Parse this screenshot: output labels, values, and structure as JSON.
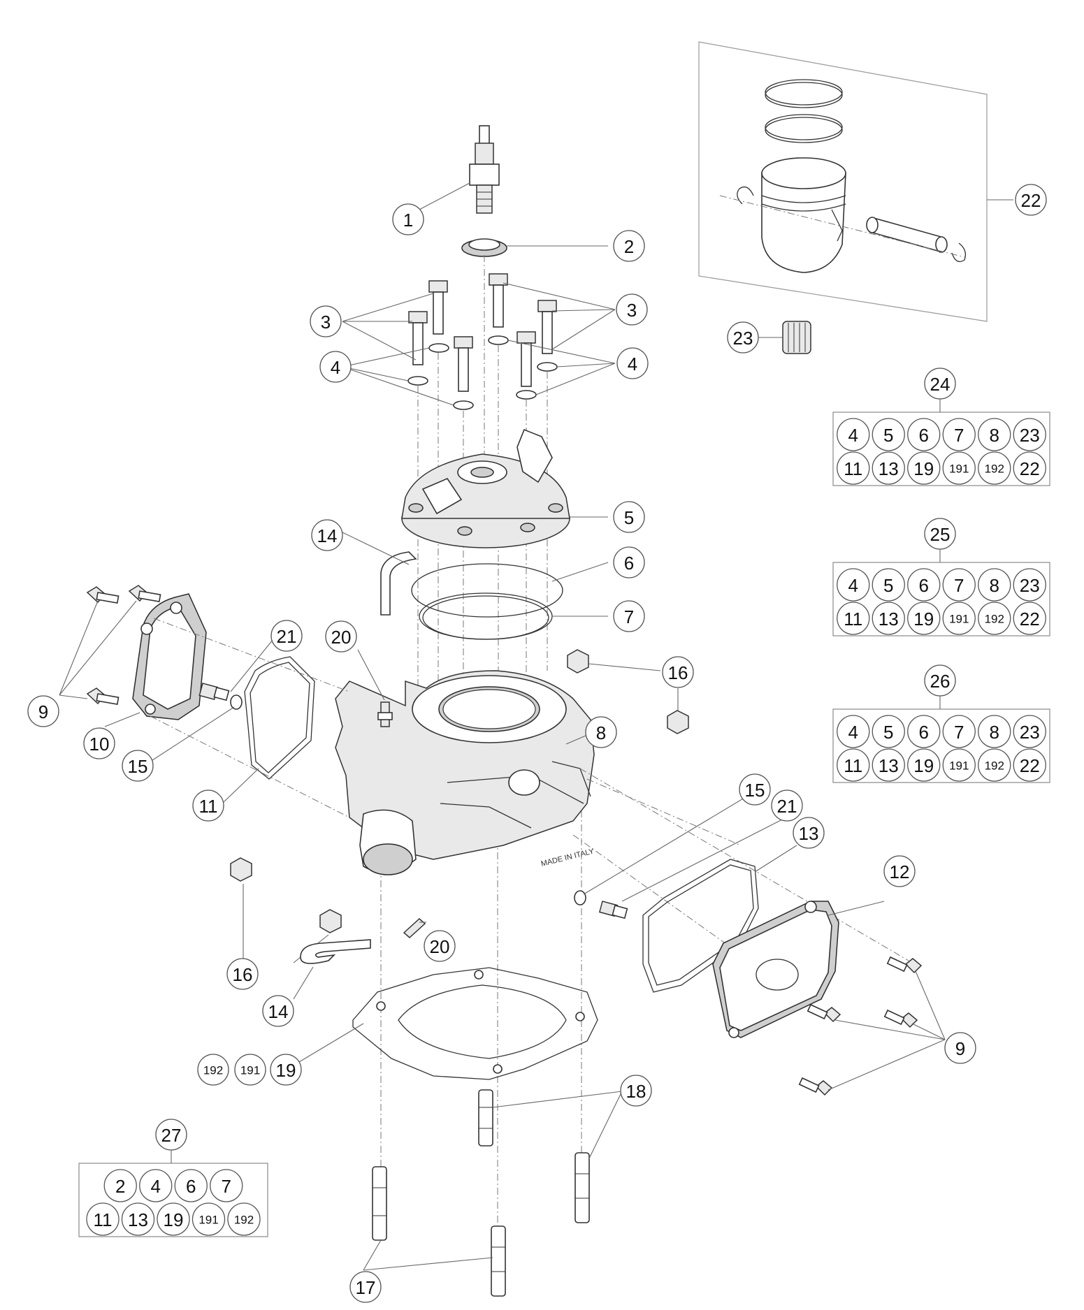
{
  "callouts": [
    {
      "id": "c1",
      "label": "1"
    },
    {
      "id": "c2",
      "label": "2"
    },
    {
      "id": "c3a",
      "label": "3"
    },
    {
      "id": "c3b",
      "label": "3"
    },
    {
      "id": "c4a",
      "label": "4"
    },
    {
      "id": "c4b",
      "label": "4"
    },
    {
      "id": "c5",
      "label": "5"
    },
    {
      "id": "c6",
      "label": "6"
    },
    {
      "id": "c7",
      "label": "7"
    },
    {
      "id": "c8",
      "label": "8"
    },
    {
      "id": "c9a",
      "label": "9"
    },
    {
      "id": "c9b",
      "label": "9"
    },
    {
      "id": "c10",
      "label": "10"
    },
    {
      "id": "c11",
      "label": "11"
    },
    {
      "id": "c12",
      "label": "12"
    },
    {
      "id": "c13",
      "label": "13"
    },
    {
      "id": "c14a",
      "label": "14"
    },
    {
      "id": "c14b",
      "label": "14"
    },
    {
      "id": "c15a",
      "label": "15"
    },
    {
      "id": "c15b",
      "label": "15"
    },
    {
      "id": "c16a",
      "label": "16"
    },
    {
      "id": "c16b",
      "label": "16"
    },
    {
      "id": "c17",
      "label": "17"
    },
    {
      "id": "c18",
      "label": "18"
    },
    {
      "id": "c19",
      "label": "19"
    },
    {
      "id": "c191",
      "label": "191"
    },
    {
      "id": "c192",
      "label": "192"
    },
    {
      "id": "c20a",
      "label": "20"
    },
    {
      "id": "c20b",
      "label": "20"
    },
    {
      "id": "c21a",
      "label": "21"
    },
    {
      "id": "c21b",
      "label": "21"
    },
    {
      "id": "c22",
      "label": "22"
    },
    {
      "id": "c23",
      "label": "23"
    }
  ],
  "kits": [
    {
      "label": "24",
      "rows": [
        [
          "4",
          "5",
          "6",
          "7",
          "8",
          "23"
        ],
        [
          "11",
          "13",
          "19",
          "191",
          "192",
          "22"
        ]
      ]
    },
    {
      "label": "25",
      "rows": [
        [
          "4",
          "5",
          "6",
          "7",
          "8",
          "23"
        ],
        [
          "11",
          "13",
          "19",
          "191",
          "192",
          "22"
        ]
      ]
    },
    {
      "label": "26",
      "rows": [
        [
          "4",
          "5",
          "6",
          "7",
          "8",
          "23"
        ],
        [
          "11",
          "13",
          "19",
          "191",
          "192",
          "22"
        ]
      ]
    },
    {
      "label": "27",
      "rows": [
        [
          "2",
          "4",
          "6",
          "7"
        ],
        [
          "11",
          "13",
          "19",
          "191",
          "192"
        ]
      ]
    }
  ],
  "engraving": {
    "made_in": "MADE IN ITALY"
  }
}
